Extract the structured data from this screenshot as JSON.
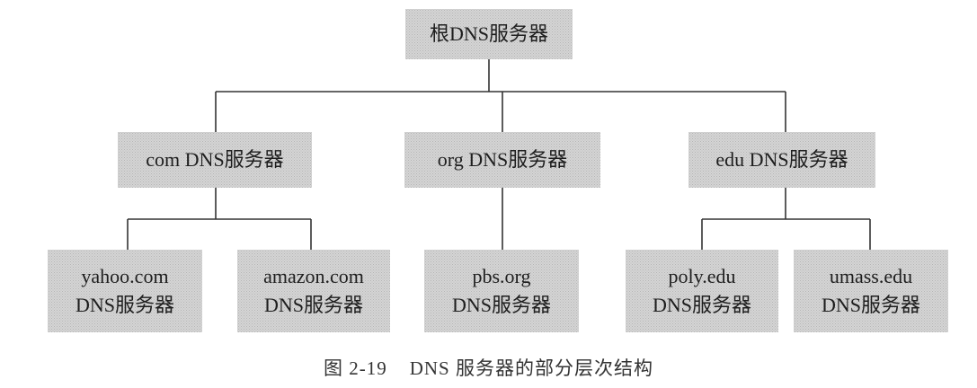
{
  "root": {
    "label": "根DNS服务器"
  },
  "tld": [
    {
      "label": "com DNS服务器"
    },
    {
      "label": "org DNS服务器"
    },
    {
      "label": "edu DNS服务器"
    }
  ],
  "authoritative": [
    {
      "domain": "yahoo.com",
      "label": "DNS服务器"
    },
    {
      "domain": "amazon.com",
      "label": "DNS服务器"
    },
    {
      "domain": "pbs.org",
      "label": "DNS服务器"
    },
    {
      "domain": "poly.edu",
      "label": "DNS服务器"
    },
    {
      "domain": "umass.edu",
      "label": "DNS服务器"
    }
  ],
  "caption": "图 2-19    DNS 服务器的部分层次结构",
  "colors": {
    "box_fill": "#dcdcdc",
    "line": "#333333",
    "text": "#1e1e1e"
  }
}
